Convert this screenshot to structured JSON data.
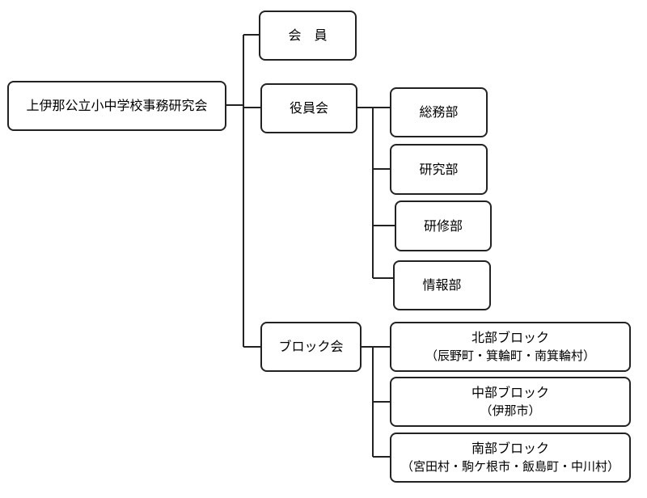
{
  "root": {
    "label": "上伊那公立小中学校事務研究会"
  },
  "members": {
    "label": "会　員"
  },
  "board": {
    "label": "役員会"
  },
  "departments": [
    {
      "label": "総務部"
    },
    {
      "label": "研究部"
    },
    {
      "label": "研修部"
    },
    {
      "label": "情報部"
    }
  ],
  "block_council": {
    "label": "ブロック会"
  },
  "blocks": [
    {
      "name": "北部ブロック",
      "areas": "（辰野町・箕輪町・南箕輪村）"
    },
    {
      "name": "中部ブロック",
      "areas": "（伊那市）"
    },
    {
      "name": "南部ブロック",
      "areas": "（宮田村・駒ケ根市・飯島町・中川村）"
    }
  ]
}
